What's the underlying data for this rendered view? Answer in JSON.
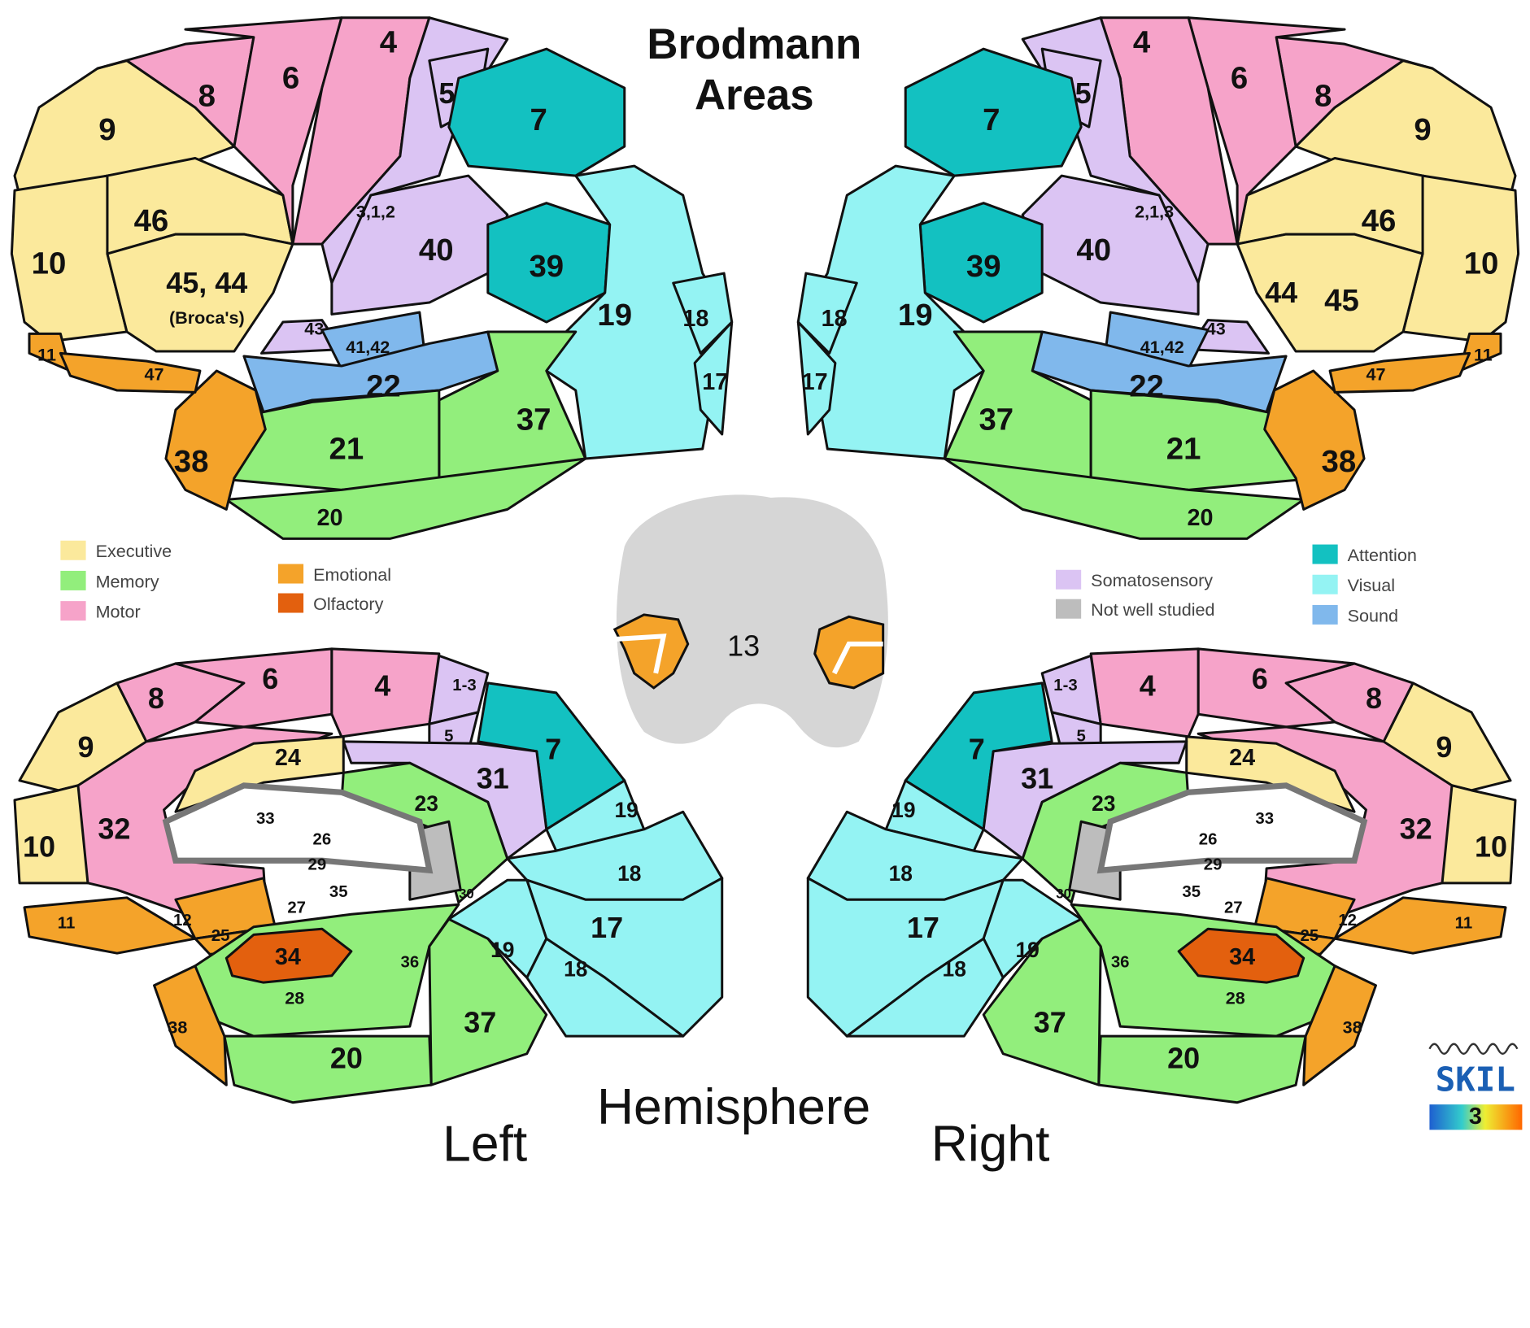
{
  "title_line1": "Brodmann",
  "title_line2": "Areas",
  "bottom": {
    "hemisphere": "Hemisphere",
    "left": "Left",
    "right": "Right"
  },
  "center_label": "13",
  "logo": {
    "text": "SKIL",
    "number": "3"
  },
  "categories": {
    "executive": {
      "label": "Executive",
      "color": "#fbe99c"
    },
    "memory": {
      "label": "Memory",
      "color": "#92ee7c"
    },
    "motor": {
      "label": "Motor",
      "color": "#f6a3c9"
    },
    "emotional": {
      "label": "Emotional",
      "color": "#f4a32a"
    },
    "olfactory": {
      "label": "Olfactory",
      "color": "#e3600e"
    },
    "soma": {
      "label": "Somatosensory",
      "color": "#dbc4f3"
    },
    "unstudied": {
      "label": "Not well studied",
      "color": "#bdbdbd"
    },
    "attention": {
      "label": "Attention",
      "color": "#13c1c1"
    },
    "visual": {
      "label": "Visual",
      "color": "#94f3f3"
    },
    "sound": {
      "label": "Sound",
      "color": "#80b8ec"
    }
  },
  "lateral_left": {
    "regions": [
      {
        "label": "9",
        "category": "executive"
      },
      {
        "label": "10",
        "category": "executive"
      },
      {
        "label": "46",
        "category": "executive"
      },
      {
        "label": "45, 44",
        "category": "executive"
      },
      {
        "label": "8",
        "category": "motor"
      },
      {
        "label": "6",
        "category": "motor"
      },
      {
        "label": "4",
        "category": "motor"
      },
      {
        "label": "3,1,2",
        "category": "soma"
      },
      {
        "label": "5",
        "category": "soma"
      },
      {
        "label": "7",
        "category": "attention"
      },
      {
        "label": "40",
        "category": "soma"
      },
      {
        "label": "39",
        "category": "attention"
      },
      {
        "label": "43",
        "category": "soma"
      },
      {
        "label": "41,42",
        "category": "sound"
      },
      {
        "label": "22",
        "category": "sound"
      },
      {
        "label": "19",
        "category": "visual"
      },
      {
        "label": "18",
        "category": "visual"
      },
      {
        "label": "17",
        "category": "visual"
      },
      {
        "label": "37",
        "category": "memory"
      },
      {
        "label": "21",
        "category": "memory"
      },
      {
        "label": "20",
        "category": "memory"
      },
      {
        "label": "38",
        "category": "emotional"
      },
      {
        "label": "11",
        "category": "emotional"
      },
      {
        "label": "47",
        "category": "emotional"
      }
    ],
    "extra_labels": [
      "(Broca's)"
    ]
  },
  "lateral_right": {
    "regions": [
      {
        "label": "9",
        "category": "executive"
      },
      {
        "label": "10",
        "category": "executive"
      },
      {
        "label": "46",
        "category": "executive"
      },
      {
        "label": "44",
        "category": "executive"
      },
      {
        "label": "8",
        "category": "motor"
      },
      {
        "label": "6",
        "category": "motor"
      },
      {
        "label": "4",
        "category": "motor"
      },
      {
        "label": "2,1,3",
        "category": "soma"
      },
      {
        "label": "5",
        "category": "soma"
      },
      {
        "label": "7",
        "category": "attention"
      },
      {
        "label": "40",
        "category": "soma"
      },
      {
        "label": "39",
        "category": "attention"
      },
      {
        "label": "43",
        "category": "soma"
      },
      {
        "label": "41,42",
        "category": "sound"
      },
      {
        "label": "22",
        "category": "sound"
      },
      {
        "label": "19",
        "category": "visual"
      },
      {
        "label": "18",
        "category": "visual"
      },
      {
        "label": "17",
        "category": "visual"
      },
      {
        "label": "37",
        "category": "memory"
      },
      {
        "label": "21",
        "category": "memory"
      },
      {
        "label": "20",
        "category": "memory"
      },
      {
        "label": "38",
        "category": "emotional"
      },
      {
        "label": "11",
        "category": "emotional"
      },
      {
        "label": "47",
        "category": "emotional"
      }
    ],
    "extra_labels": [
      "45"
    ]
  },
  "medial_left": {
    "regions": [
      {
        "label": "9",
        "category": "executive"
      },
      {
        "label": "10",
        "category": "executive"
      },
      {
        "label": "8",
        "category": "motor"
      },
      {
        "label": "6",
        "category": "motor"
      },
      {
        "label": "4",
        "category": "motor"
      },
      {
        "label": "1-3",
        "category": "soma"
      },
      {
        "label": "5",
        "category": "soma"
      },
      {
        "label": "7",
        "category": "attention"
      },
      {
        "label": "32",
        "category": "motor"
      },
      {
        "label": "24",
        "category": "executive"
      },
      {
        "label": "31",
        "category": "soma"
      },
      {
        "label": "23",
        "category": "memory"
      },
      {
        "label": "30",
        "category": "unstudied"
      },
      {
        "label": "11",
        "category": "emotional"
      },
      {
        "label": "12",
        "category": "emotional"
      },
      {
        "label": "25",
        "category": "emotional"
      },
      {
        "label": "28",
        "category": "memory"
      },
      {
        "label": "34",
        "category": "olfactory"
      },
      {
        "label": "38",
        "category": "emotional"
      },
      {
        "label": "20",
        "category": "memory"
      },
      {
        "label": "37",
        "category": "memory"
      },
      {
        "label": "19",
        "category": "visual"
      },
      {
        "label": "18",
        "category": "visual"
      },
      {
        "label": "17",
        "category": "visual"
      },
      {
        "label": "19",
        "category": "visual"
      },
      {
        "label": "18",
        "category": "visual"
      }
    ],
    "extra_labels": [
      "33",
      "26",
      "29",
      "27",
      "35",
      "36"
    ]
  },
  "medial_right": {
    "regions": [
      {
        "label": "9",
        "category": "executive"
      },
      {
        "label": "10",
        "category": "executive"
      },
      {
        "label": "8",
        "category": "motor"
      },
      {
        "label": "6",
        "category": "motor"
      },
      {
        "label": "4",
        "category": "motor"
      },
      {
        "label": "1-3",
        "category": "soma"
      },
      {
        "label": "5",
        "category": "soma"
      },
      {
        "label": "7",
        "category": "attention"
      },
      {
        "label": "32",
        "category": "motor"
      },
      {
        "label": "24",
        "category": "executive"
      },
      {
        "label": "31",
        "category": "soma"
      },
      {
        "label": "23",
        "category": "memory"
      },
      {
        "label": "30",
        "category": "unstudied"
      },
      {
        "label": "11",
        "category": "emotional"
      },
      {
        "label": "12",
        "category": "emotional"
      },
      {
        "label": "25",
        "category": "emotional"
      },
      {
        "label": "28",
        "category": "memory"
      },
      {
        "label": "34",
        "category": "olfactory"
      },
      {
        "label": "38",
        "category": "emotional"
      },
      {
        "label": "20",
        "category": "memory"
      },
      {
        "label": "37",
        "category": "memory"
      },
      {
        "label": "19",
        "category": "visual"
      },
      {
        "label": "18",
        "category": "visual"
      },
      {
        "label": "17",
        "category": "visual"
      },
      {
        "label": "19",
        "category": "visual"
      },
      {
        "label": "18",
        "category": "visual"
      }
    ],
    "extra_labels": [
      "33",
      "26",
      "29",
      "27",
      "35",
      "36"
    ]
  },
  "legend_left": [
    "executive",
    "memory",
    "motor"
  ],
  "legend_left2": [
    "emotional",
    "olfactory"
  ],
  "legend_right": [
    "soma",
    "unstudied"
  ],
  "legend_right2": [
    "attention",
    "visual",
    "sound"
  ]
}
